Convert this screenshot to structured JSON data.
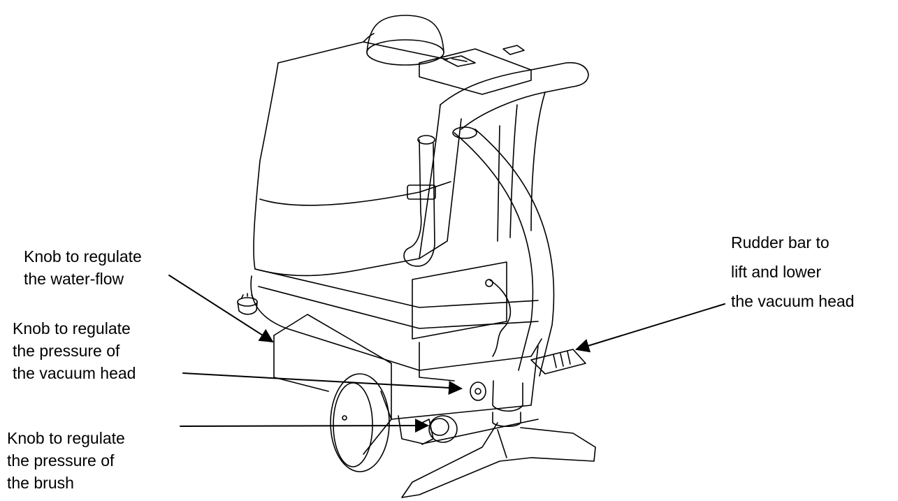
{
  "callouts": {
    "water_flow_knob": {
      "lines": [
        "Knob to regulate",
        "the water-flow"
      ]
    },
    "vacuum_head_pressure_knob": {
      "lines": [
        "Knob to regulate",
        "the pressure of",
        "the vacuum head"
      ]
    },
    "brush_pressure_knob": {
      "lines": [
        "Knob to regulate",
        "the pressure of",
        "the brush"
      ]
    },
    "rudder_bar": {
      "lines": [
        "Rudder bar to",
        "lift and lower",
        "the vacuum head"
      ]
    }
  },
  "colors": {
    "line": "#000000",
    "background": "#ffffff"
  }
}
